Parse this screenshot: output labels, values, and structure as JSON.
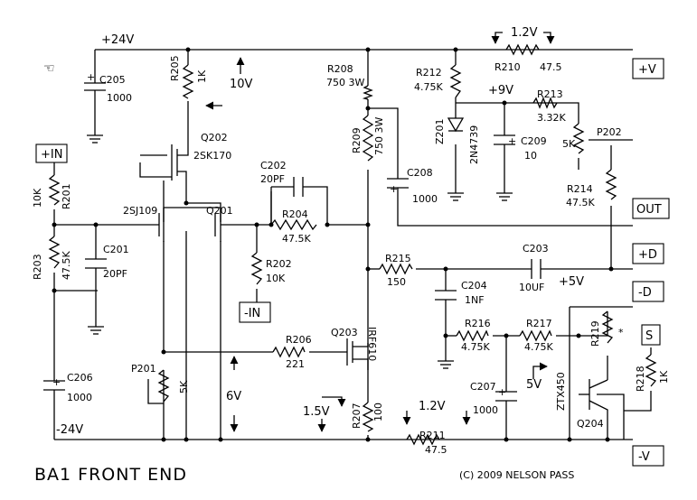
{
  "title": "BA1 FRONT END",
  "copyright": "(C) 2009 NELSON PASS",
  "rails": {
    "pos": "+24V",
    "neg": "-24V"
  },
  "terminals": {
    "in_pos": "+IN",
    "in_neg": "-IN",
    "v_pos": "+V",
    "out": "OUT",
    "d_pos": "+D",
    "d_neg": "-D",
    "sense": "S",
    "v_neg": "-V"
  },
  "components": {
    "r201": {
      "ref": "R201",
      "value": "10K"
    },
    "r202": {
      "ref": "R202",
      "value": "10K"
    },
    "r203": {
      "ref": "R203",
      "value": "47.5K"
    },
    "r204": {
      "ref": "R204",
      "value": "47.5K"
    },
    "r205": {
      "ref": "R205",
      "value": "1K"
    },
    "r206": {
      "ref": "R206",
      "value": "221"
    },
    "r207": {
      "ref": "R207",
      "value": "100"
    },
    "r208": {
      "ref": "R208",
      "value": "750 3W"
    },
    "r209": {
      "ref": "R209",
      "value": "750 3W"
    },
    "r210": {
      "ref": "R210",
      "value": "47.5"
    },
    "r211": {
      "ref": "R211",
      "value": "47.5"
    },
    "r212": {
      "ref": "R212",
      "value": "4.75K"
    },
    "r213": {
      "ref": "R213",
      "value": "3.32K"
    },
    "r214": {
      "ref": "R214",
      "value": "47.5K"
    },
    "r215": {
      "ref": "R215",
      "value": "150"
    },
    "r216": {
      "ref": "R216",
      "value": "4.75K"
    },
    "r217": {
      "ref": "R217",
      "value": "4.75K"
    },
    "r218": {
      "ref": "R218",
      "value": "1K"
    },
    "r219": {
      "ref": "R219",
      "value": "*"
    },
    "c201": {
      "ref": "C201",
      "value": "20PF"
    },
    "c202": {
      "ref": "C202",
      "value": "20PF"
    },
    "c203": {
      "ref": "C203",
      "value": "10UF"
    },
    "c204": {
      "ref": "C204",
      "value": "1NF"
    },
    "c205": {
      "ref": "C205",
      "value": "1000"
    },
    "c206": {
      "ref": "C206",
      "value": "1000"
    },
    "c207": {
      "ref": "C207",
      "value": "1000"
    },
    "c208": {
      "ref": "C208",
      "value": "1000"
    },
    "c209": {
      "ref": "C209",
      "value": "10"
    },
    "p201": {
      "ref": "P201",
      "value": "5K"
    },
    "p202": {
      "ref": "P202",
      "value": "5K"
    },
    "q201": {
      "ref": "Q201",
      "part": "2SJ109"
    },
    "q202": {
      "ref": "Q202",
      "part": "2SK170"
    },
    "q203": {
      "ref": "Q203",
      "part": "IRF610"
    },
    "q204": {
      "ref": "Q204",
      "part": "ZTX450"
    },
    "z201": {
      "ref": "Z201",
      "part": "2N4739"
    }
  },
  "annotations": {
    "v10": "10V",
    "v9": "+9V",
    "v1_2_top": "1.2V",
    "v6": "6V",
    "v1_5": "1.5V",
    "v1_2_bot": "1.2V",
    "v5_left": "5V",
    "v5_right": "+5V"
  },
  "icons": [
    "hand-cursor-icon",
    "ground-icon"
  ]
}
